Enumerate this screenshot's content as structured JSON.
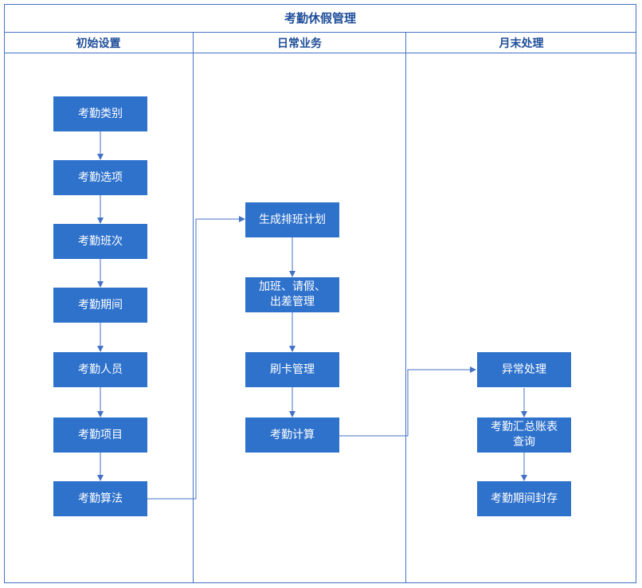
{
  "title": "考勤休假管理",
  "lanes": {
    "setup": {
      "label": "初始设置",
      "steps": [
        "考勤类别",
        "考勤选项",
        "考勤班次",
        "考勤期间",
        "考勤人员",
        "考勤项目",
        "考勤算法"
      ]
    },
    "daily": {
      "label": "日常业务",
      "steps": [
        "生成排班计划",
        "加班、请假、\n出差管理",
        "刷卡管理",
        "考勤计算"
      ]
    },
    "month_end": {
      "label": "月末处理",
      "steps": [
        "异常处理",
        "考勤汇总账表\n查询",
        "考勤期间封存"
      ]
    }
  },
  "colors": {
    "box_fill": "#2f72cc",
    "line": "#4472c4",
    "header_text": "#1f4e99"
  }
}
